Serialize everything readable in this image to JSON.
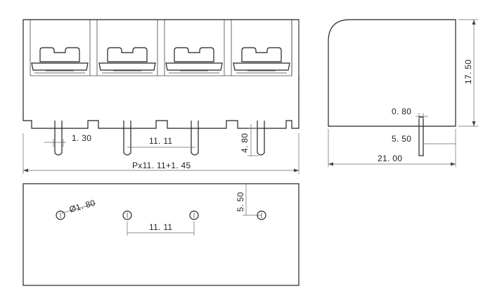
{
  "front_view": {
    "dim_pin_width": "1. 30",
    "dim_pitch": "11. 11",
    "dim_pin_length": "4. 80",
    "dim_total_length": "Px11. 11+1. 45"
  },
  "side_view": {
    "dim_height": "17. 50",
    "dim_pin_thickness": "0. 80",
    "dim_pin_offset": "5. 50",
    "dim_depth": "21. 00"
  },
  "bottom_view": {
    "dim_hole_diameter": "Ø1. 80",
    "dim_hole_offset": "5. 50",
    "dim_hole_pitch": "11. 11"
  }
}
